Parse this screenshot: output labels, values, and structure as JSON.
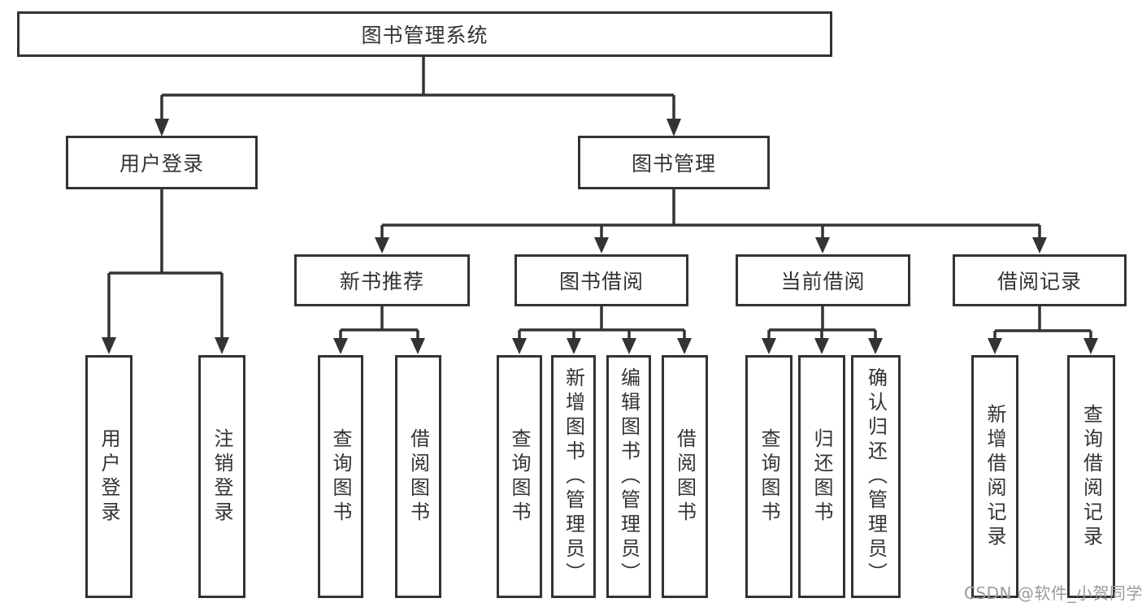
{
  "diagram": {
    "root": {
      "label": "图书管理系统"
    },
    "level2": [
      {
        "label": "用户登录"
      },
      {
        "label": "图书管理"
      }
    ],
    "level3": [
      {
        "label": "新书推荐"
      },
      {
        "label": "图书借阅"
      },
      {
        "label": "当前借阅"
      },
      {
        "label": "借阅记录"
      }
    ],
    "leaves": {
      "user_login": [
        {
          "label": "用户登录"
        },
        {
          "label": "注销登录"
        }
      ],
      "new_books": [
        {
          "label": "查询图书"
        },
        {
          "label": "借阅图书"
        }
      ],
      "book_borrow": [
        {
          "label": "查询图书"
        },
        {
          "label": "新增图书（管理员）"
        },
        {
          "label": "编辑图书（管理员）"
        },
        {
          "label": "借阅图书"
        }
      ],
      "current_borrow": [
        {
          "label": "查询图书"
        },
        {
          "label": "归还图书"
        },
        {
          "label": "确认归还（管理员）"
        }
      ],
      "borrow_records": [
        {
          "label": "新增借阅记录"
        },
        {
          "label": "查询借阅记录"
        }
      ]
    },
    "watermark": "CSDN @软件_小贺同学",
    "colors": {
      "line": "#333333",
      "box_fill": "#ffffff",
      "text": "#333333",
      "watermark": "#9a9a9a"
    }
  }
}
